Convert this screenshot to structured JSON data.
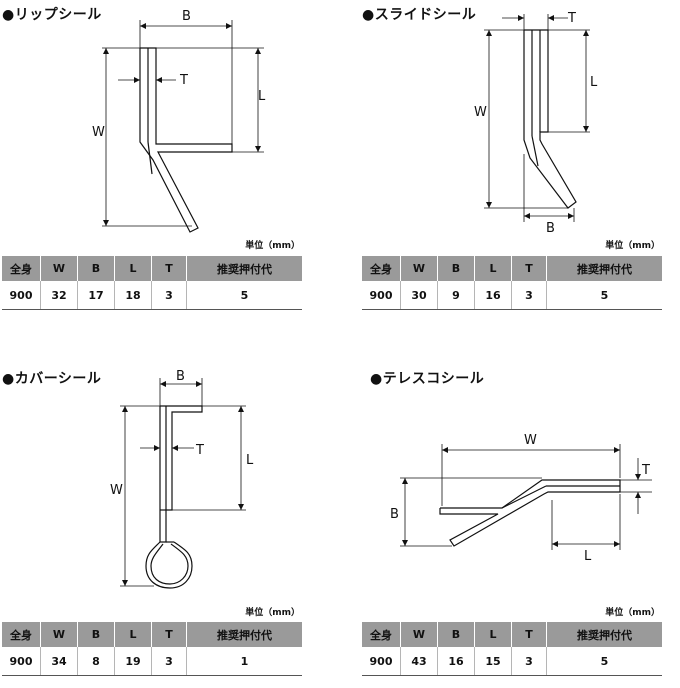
{
  "unit_label": "単位（mm）",
  "table_headers": [
    "全身",
    "W",
    "B",
    "L",
    "T",
    "推奨押付代"
  ],
  "seals": [
    {
      "title": "●リップシール",
      "dims": {
        "w": "W",
        "b": "B",
        "l": "L",
        "t": "T"
      },
      "specs": [
        "900",
        "32",
        "17",
        "18",
        "3",
        "5"
      ]
    },
    {
      "title": "●スライドシール",
      "dims": {
        "w": "W",
        "b": "B",
        "l": "L",
        "t": "T"
      },
      "specs": [
        "900",
        "30",
        "9",
        "16",
        "3",
        "5"
      ]
    },
    {
      "title": "●カバーシール",
      "dims": {
        "w": "W",
        "b": "B",
        "l": "L",
        "t": "T"
      },
      "specs": [
        "900",
        "34",
        "8",
        "19",
        "3",
        "1"
      ]
    },
    {
      "title": "●テレスコシール",
      "dims": {
        "w": "W",
        "b": "B",
        "l": "L",
        "t": "T"
      },
      "specs": [
        "900",
        "43",
        "16",
        "15",
        "3",
        "5"
      ]
    }
  ]
}
